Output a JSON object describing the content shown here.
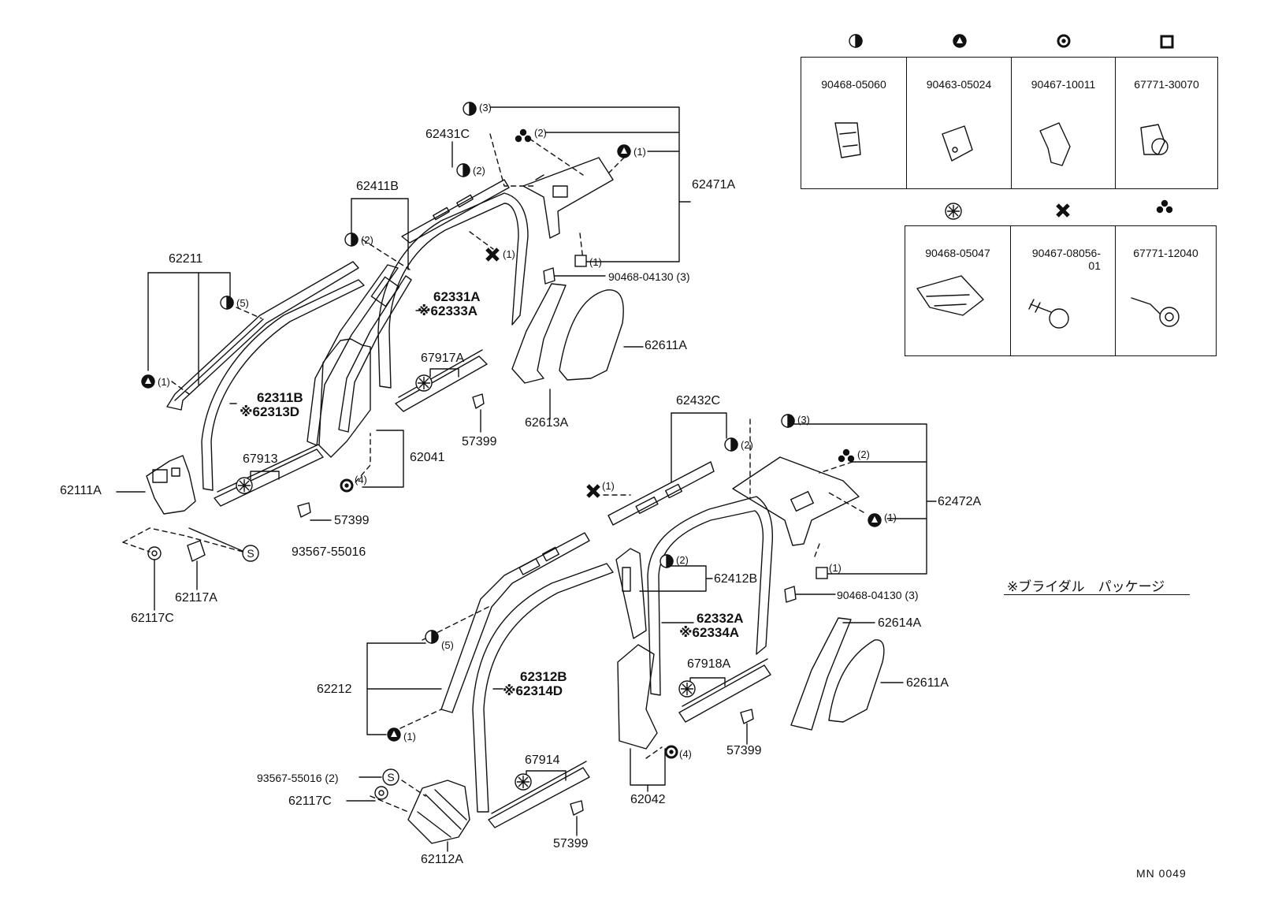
{
  "symbols": {
    "half_circle": "◑",
    "triangle_circle": "▲",
    "cross_circle": "⊙",
    "square_clip": "◘",
    "star_circle": "✳",
    "cross_screw": "✖",
    "tri_dots": "∴",
    "s_circle": "S",
    "bridal_mark": "※"
  },
  "legend_top": [
    {
      "icon": "half-circle",
      "part": "90468-05060"
    },
    {
      "icon": "triangle-circle",
      "part": "90463-05024"
    },
    {
      "icon": "cross-circle",
      "part": "90467-10011"
    },
    {
      "icon": "square-clip",
      "part": "67771-30070"
    }
  ],
  "legend_bottom": [
    {
      "icon": "star-circle",
      "part": "90468-05047"
    },
    {
      "icon": "cross-screw",
      "part": "90467-08056-\n01"
    },
    {
      "icon": "tri-dots",
      "part": "67771-12040"
    }
  ],
  "labels": {
    "p62471A": "62471A",
    "p62431C": "62431C",
    "p62411B": "62411B",
    "p62211": "62211",
    "p62331A": "62331A",
    "p62333A": "62333A",
    "p62311B": "62311B",
    "p62313D": "62313D",
    "p67917A": "67917A",
    "p62611A_1": "62611A",
    "p62613A": "62613A",
    "p57399_1": "57399",
    "p67913": "67913",
    "p62041": "62041",
    "p62111A": "62111A",
    "p57399_2": "57399",
    "p93567_1": "93567-55016",
    "p62117A": "62117A",
    "p62117C_1": "62117C",
    "p90468_04130_1": "90468-04130 (3)",
    "p62432C": "62432C",
    "p62472A": "62472A",
    "p62412B": "62412B",
    "p90468_04130_2": "90468-04130 (3)",
    "p62332A": "62332A",
    "p62334A": "62334A",
    "p62614A": "62614A",
    "p67918A": "67918A",
    "p62611A_2": "62611A",
    "p62212": "62212",
    "p62312B": "62312B",
    "p62314D": "62314D",
    "p57399_3": "57399",
    "p67914": "67914",
    "p62042": "62042",
    "p93567_2": "93567-55016 (2)",
    "p62117C_2": "62117C",
    "p62112A": "62112A",
    "p57399_4": "57399"
  },
  "quantities": {
    "q3": "(3)",
    "q2": "(2)",
    "q1": "(1)",
    "q5": "(5)",
    "q4": "(4)"
  },
  "note": "※ブライダル　パッケージ",
  "footer": "MN  0049",
  "colors": {
    "ink": "#111111",
    "paper": "#ffffff"
  }
}
